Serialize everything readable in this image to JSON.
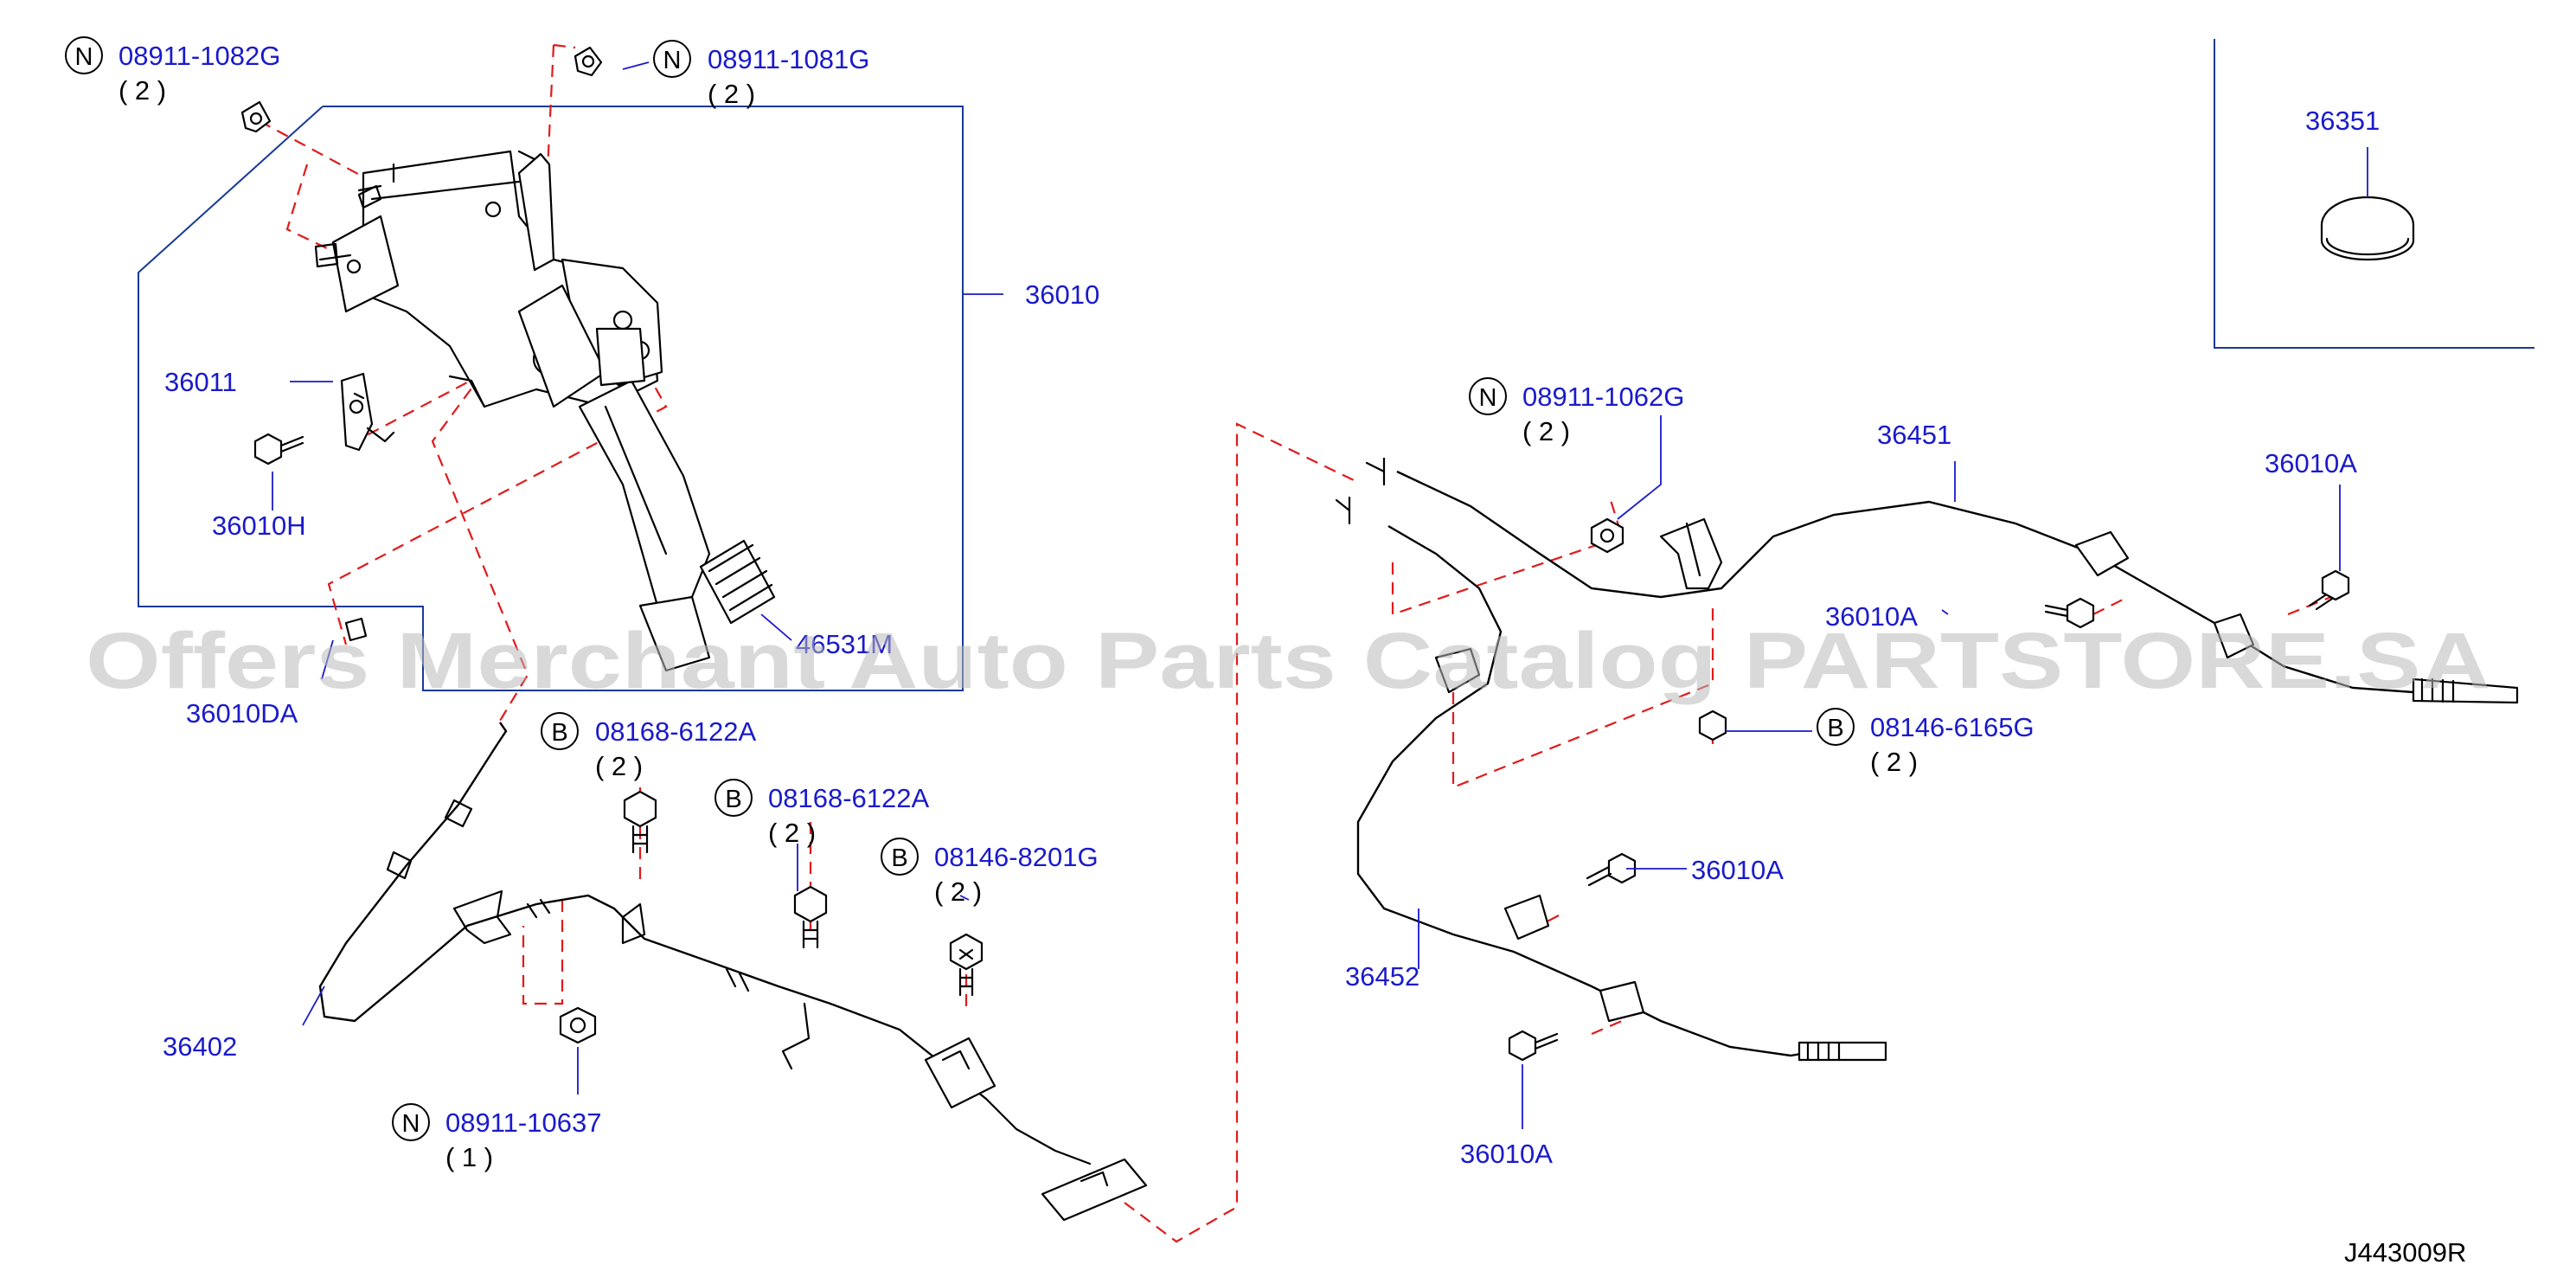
{
  "diagram_id": "J443009R",
  "watermark": "Offers Merchant Auto Parts Catalog PARTSTORE.SA",
  "markers": {
    "nut": "N",
    "bolt": "B"
  },
  "parts": {
    "nut_08911_1082G": {
      "number": "08911-1082G",
      "qty": "( 2 )"
    },
    "nut_08911_1081G": {
      "number": "08911-1081G",
      "qty": "( 2 )"
    },
    "pedal_assy": {
      "number": "36010"
    },
    "bracket": {
      "number": "36011"
    },
    "bolt_36010H": {
      "number": "36010H"
    },
    "pedal_pad": {
      "number": "46531M"
    },
    "nut_36010DA": {
      "number": "36010DA"
    },
    "bolt_08168_a": {
      "number": "08168-6122A",
      "qty": "( 2 )"
    },
    "bolt_08168_b": {
      "number": "08168-6122A",
      "qty": "( 2 )"
    },
    "bolt_08146_8201G": {
      "number": "08146-8201G",
      "qty": "( 2 )"
    },
    "front_cable": {
      "number": "36402"
    },
    "nut_08911_10637": {
      "number": "08911-10637",
      "qty": "( 1 )"
    },
    "nut_08911_1062G": {
      "number": "08911-1062G",
      "qty": "( 2 )"
    },
    "rear_cable_rh": {
      "number": "36451"
    },
    "bolt_36010A_1": {
      "number": "36010A"
    },
    "bolt_36010A_2": {
      "number": "36010A"
    },
    "bolt_08146_6165G": {
      "number": "08146-6165G",
      "qty": "( 2 )"
    },
    "bolt_36010A_3": {
      "number": "36010A"
    },
    "rear_cable_lh": {
      "number": "36452"
    },
    "bolt_36010A_4": {
      "number": "36010A"
    },
    "plug": {
      "number": "36351"
    }
  },
  "colors": {
    "label": "#1a1acc",
    "line": "#000000",
    "hidden_link": "#e21a1a",
    "frame": "#1a3a9a"
  }
}
